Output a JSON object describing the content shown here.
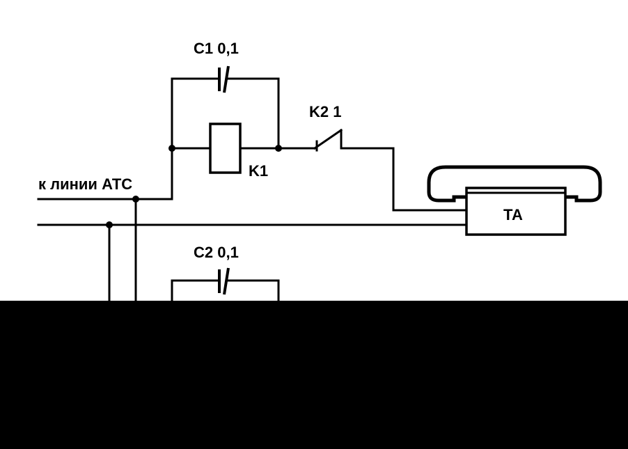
{
  "labels": {
    "c1": "C1 0,1",
    "c2": "C2 0,1",
    "k1": "K1",
    "k2": "K2 1",
    "line": "к линии АТС",
    "ta": "ТА"
  },
  "colors": {
    "ink": "#000000",
    "paper": "#ffffff",
    "mask": "#000000"
  }
}
